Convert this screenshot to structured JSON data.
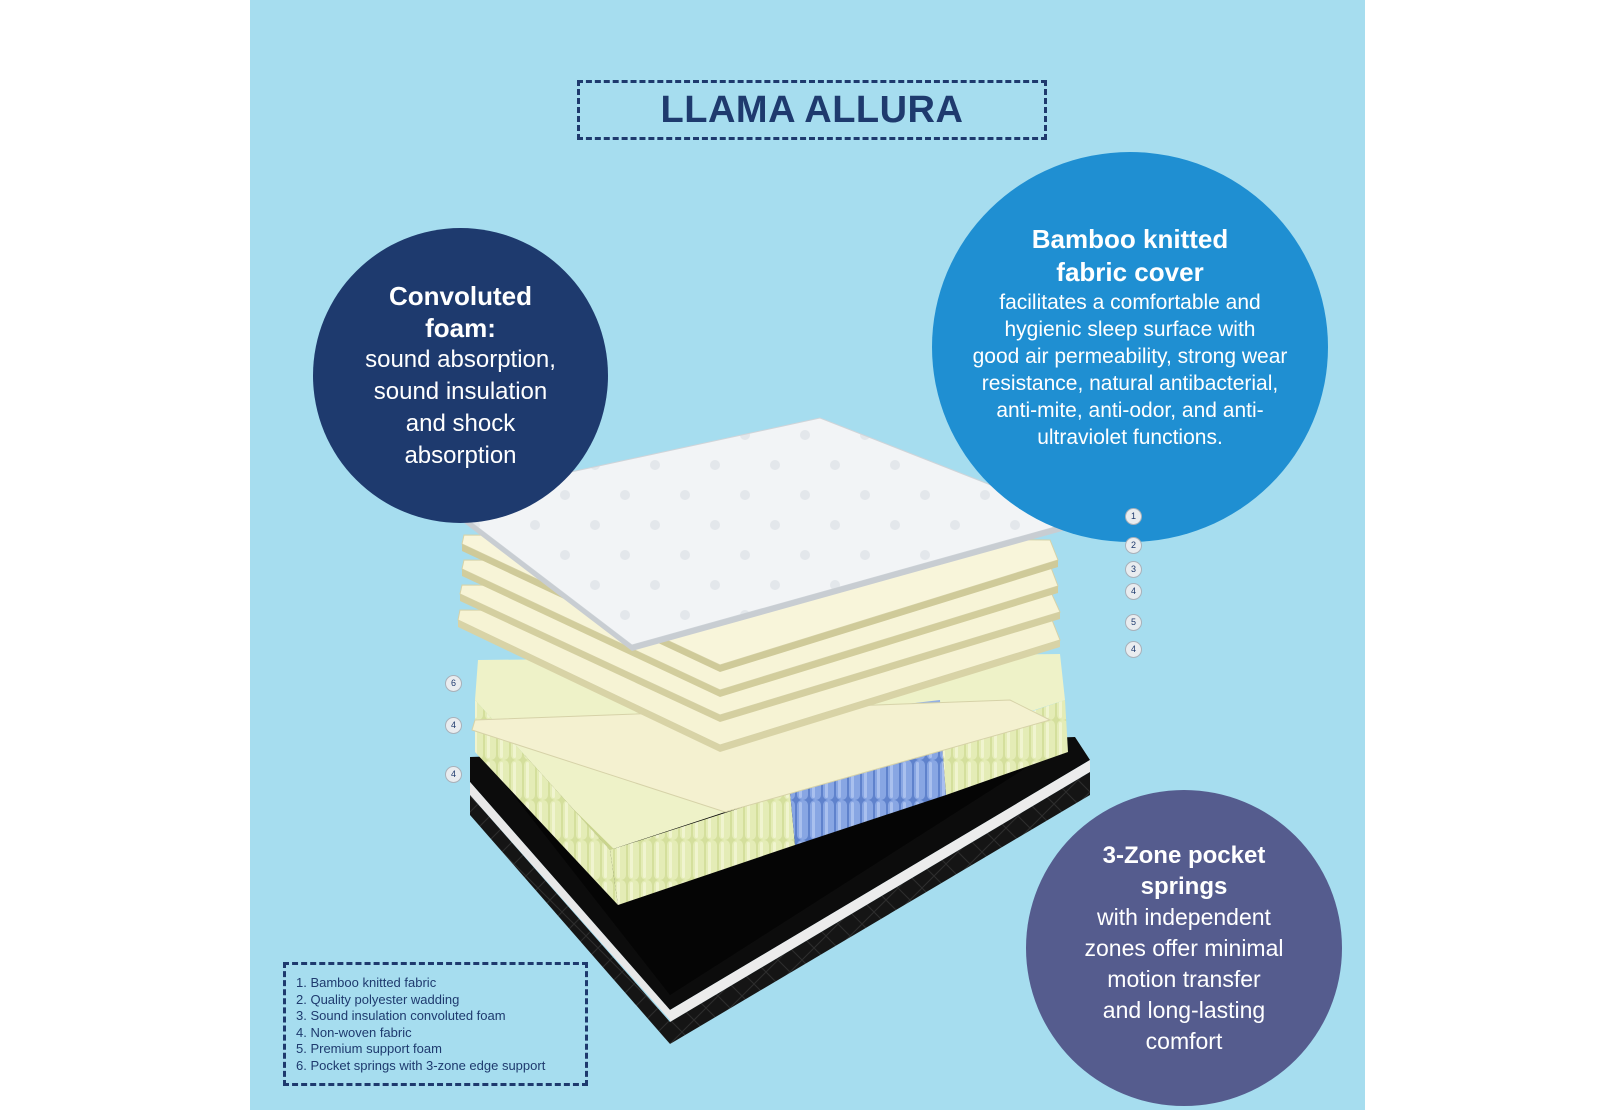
{
  "title": "LLAMA ALLURA",
  "circles": {
    "left": {
      "head": [
        "Convoluted",
        "foam:"
      ],
      "body": [
        "sound absorption,",
        "sound insulation",
        "and shock",
        "absorption"
      ]
    },
    "right": {
      "head": [
        "Bamboo knitted",
        "fabric cover"
      ],
      "body": [
        "facilitates  a comfortable and",
        "hygienic  sleep surface with",
        "good air permeability, strong wear",
        "resistance, natural antibacterial,",
        "anti-mite, anti-odor, and anti-",
        "ultraviolet functions."
      ]
    },
    "bottom": {
      "head": [
        "3-Zone pocket",
        "springs"
      ],
      "body": [
        "with independent",
        "zones offer minimal",
        "motion transfer",
        "and long-lasting",
        "comfort"
      ]
    }
  },
  "legend": [
    "1. Bamboo knitted fabric",
    "2. Quality polyester wadding",
    "3. Sound insulation convoluted foam",
    "4. Non-woven fabric",
    "5. Premium support foam",
    "6. Pocket springs with 3-zone edge support"
  ],
  "layer_badges": {
    "right": [
      "1",
      "2",
      "3",
      "4",
      "5",
      "4"
    ],
    "left": [
      "6",
      "4",
      "4"
    ]
  },
  "colors": {
    "panel_bg": "#a6ddef",
    "navy": "#1e3a6e",
    "blue": "#1f8fd2",
    "slate": "#555c8e",
    "foam": "#f3f0cb",
    "springs_yellow": "#d9e3a2",
    "springs_blue": "#7796d8",
    "base": "#111111"
  }
}
